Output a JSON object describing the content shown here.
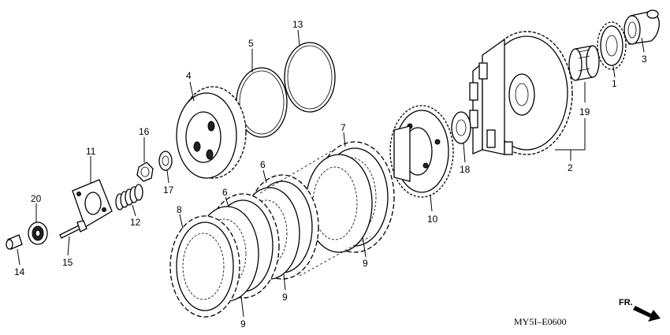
{
  "callouts": [
    {
      "id": "1",
      "text": "1"
    },
    {
      "id": "2",
      "text": "2"
    },
    {
      "id": "3",
      "text": "3"
    },
    {
      "id": "4",
      "text": "4"
    },
    {
      "id": "5",
      "text": "5"
    },
    {
      "id": "6a",
      "text": "6"
    },
    {
      "id": "6b",
      "text": "6"
    },
    {
      "id": "7",
      "text": "7"
    },
    {
      "id": "8",
      "text": "8"
    },
    {
      "id": "9a",
      "text": "9"
    },
    {
      "id": "9b",
      "text": "9"
    },
    {
      "id": "9c",
      "text": "9"
    },
    {
      "id": "10",
      "text": "10"
    },
    {
      "id": "11",
      "text": "11"
    },
    {
      "id": "12",
      "text": "12"
    },
    {
      "id": "13",
      "text": "13"
    },
    {
      "id": "14",
      "text": "14"
    },
    {
      "id": "15",
      "text": "15"
    },
    {
      "id": "16",
      "text": "16"
    },
    {
      "id": "17",
      "text": "17"
    },
    {
      "id": "18",
      "text": "18"
    },
    {
      "id": "19",
      "text": "19"
    },
    {
      "id": "20",
      "text": "20"
    }
  ],
  "diagram_code": "MY5I–E0600",
  "direction_marker": {
    "text": "FR.",
    "icon": "front-direction-arrow-icon"
  }
}
